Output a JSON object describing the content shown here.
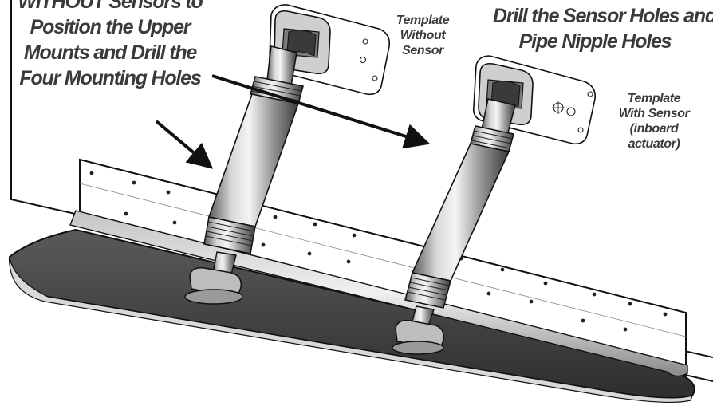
{
  "callouts": {
    "left": {
      "emphasis": "WITHOUT",
      "line1_rest": " Sensors to",
      "line2": "Position the Upper",
      "line3": "Mounts and Drill the",
      "line4": "Four Mounting Holes"
    },
    "right": {
      "line1": "Drill the Sensor Holes and",
      "line2": "Pipe Nipple Holes"
    },
    "template_without": {
      "line1": "Template",
      "line2": "Without",
      "line3": "Sensor"
    },
    "template_with": {
      "line1": "Template",
      "line2": "With Sensor",
      "line3": "(inboard",
      "line4": "actuator)"
    }
  },
  "colors": {
    "text": "#3a3a3a",
    "plate": "#4a4a4a",
    "outline": "#111111",
    "actuator": "#9a9a9a"
  }
}
